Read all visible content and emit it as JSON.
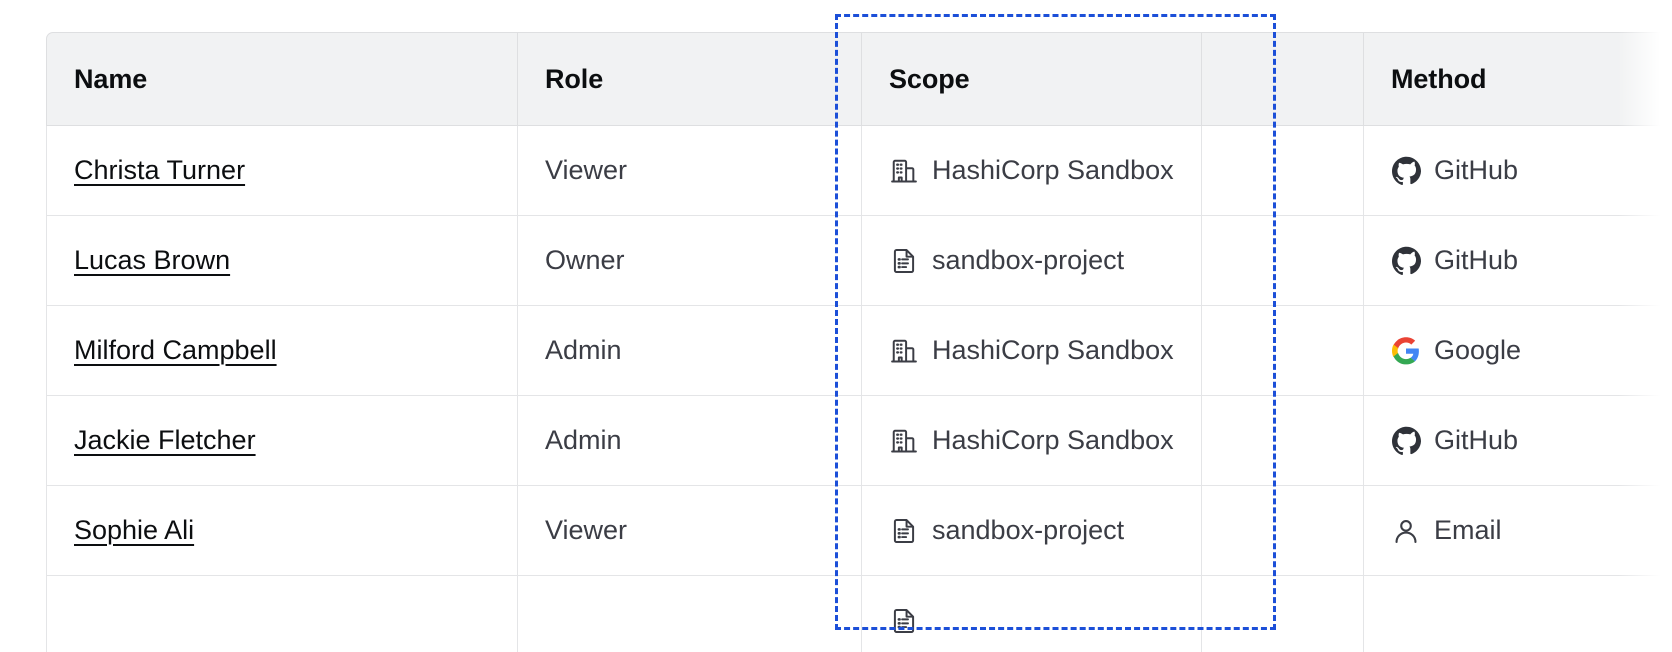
{
  "table": {
    "columns": [
      {
        "key": "name",
        "label": "Name"
      },
      {
        "key": "role",
        "label": "Role"
      },
      {
        "key": "scope",
        "label": "Scope"
      },
      {
        "key": "blank",
        "label": ""
      },
      {
        "key": "method",
        "label": "Method"
      }
    ],
    "rows": [
      {
        "name": "Christa Turner",
        "role": "Viewer",
        "scope": "HashiCorp Sandbox",
        "scope_icon": "organization-icon",
        "method": "GitHub",
        "method_icon": "github-icon"
      },
      {
        "name": "Lucas Brown",
        "role": "Owner",
        "scope": "sandbox-project",
        "scope_icon": "project-document-icon",
        "method": "GitHub",
        "method_icon": "github-icon"
      },
      {
        "name": "Milford Campbell",
        "role": "Admin",
        "scope": "HashiCorp Sandbox",
        "scope_icon": "organization-icon",
        "method": "Google",
        "method_icon": "google-icon"
      },
      {
        "name": "Jackie Fletcher",
        "role": "Admin",
        "scope": "HashiCorp Sandbox",
        "scope_icon": "organization-icon",
        "method": "GitHub",
        "method_icon": "github-icon"
      },
      {
        "name": "Sophie Ali",
        "role": "Viewer",
        "scope": "sandbox-project",
        "scope_icon": "project-document-icon",
        "method": "Email",
        "method_icon": "user-icon"
      },
      {
        "name": "",
        "role": "",
        "scope": "",
        "scope_icon": "project-document-icon",
        "method": "",
        "method_icon": "none"
      }
    ]
  },
  "selection": {
    "label": "scope-column-highlight",
    "color": "#1c4fd8",
    "style": "dashed"
  },
  "colors": {
    "header_bg": "#f1f2f3",
    "border": "#dedfe1",
    "row_border": "#e4e5e7",
    "text_primary": "#0c0e10",
    "text_secondary": "#3b3d45",
    "icon": "#3b3d45",
    "accent": "#1c4fd8"
  }
}
